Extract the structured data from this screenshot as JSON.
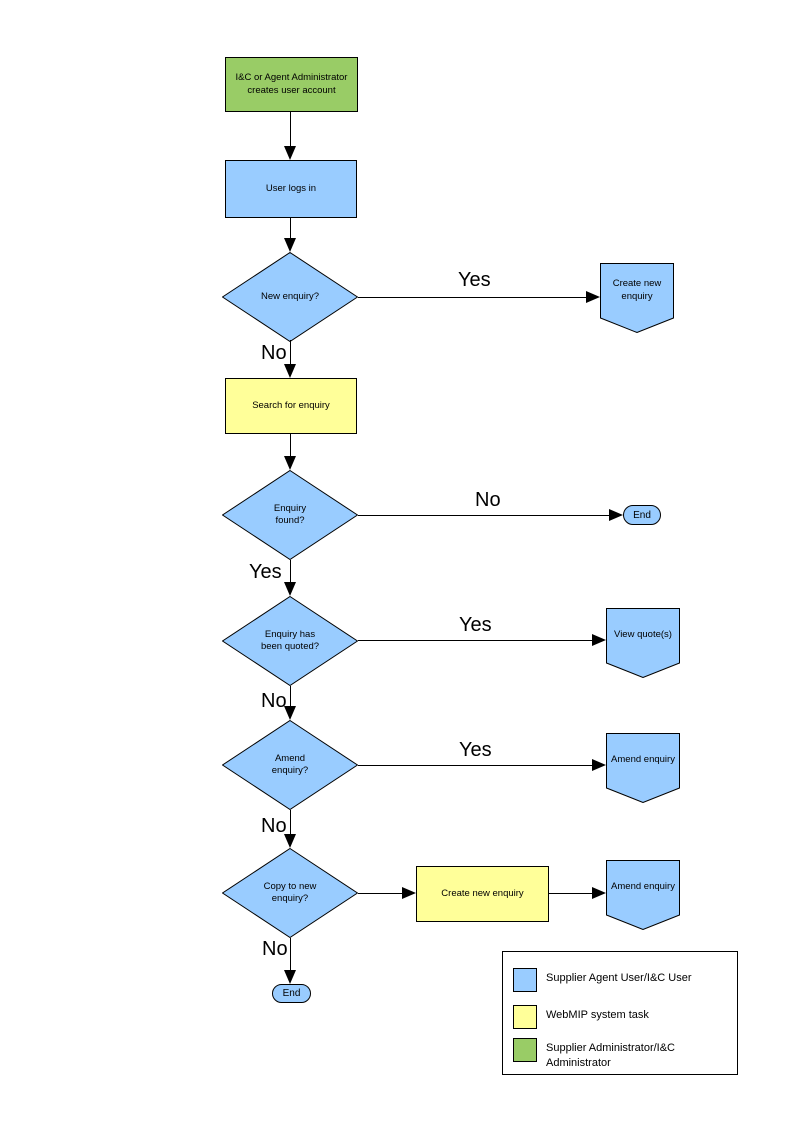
{
  "colors": {
    "blue": "#99CCFF",
    "yellow": "#FFFF99",
    "green": "#99CC66",
    "line": "#000000",
    "page_background": "#FFFFFF"
  },
  "nodes": {
    "admin_creates": "I&C or Agent Administrator creates user account",
    "user_logs_in": "User logs in",
    "new_enquiry": "New enquiry?",
    "create_new_enquiry_connector": "Create new enquiry",
    "search_for_enquiry": "Search for enquiry",
    "enquiry_found": "Enquiry found?",
    "end_1": "End",
    "enquiry_quoted": "Enquiry has been quoted?",
    "view_quotes": "View quote(s)",
    "amend_enquiry_decision": "Amend enquiry?",
    "amend_enquiry_connector_1": "Amend enquiry",
    "copy_to_new_enquiry": "Copy to new enquiry?",
    "create_new_enquiry_task": "Create new enquiry",
    "amend_enquiry_connector_2": "Amend enquiry",
    "end_2": "End"
  },
  "edge_labels": {
    "new_enquiry_yes": "Yes",
    "new_enquiry_no": "No",
    "enquiry_found_no": "No",
    "enquiry_found_yes": "Yes",
    "enquiry_quoted_yes": "Yes",
    "enquiry_quoted_no": "No",
    "amend_yes": "Yes",
    "amend_no": "No",
    "copy_no": "No"
  },
  "legend": {
    "items": [
      {
        "color": "#99CCFF",
        "label": "Supplier Agent User/I&C User"
      },
      {
        "color": "#FFFF99",
        "label": "WebMIP system task"
      },
      {
        "color": "#99CC66",
        "label": "Supplier Administrator/I&C Administrator"
      }
    ]
  }
}
